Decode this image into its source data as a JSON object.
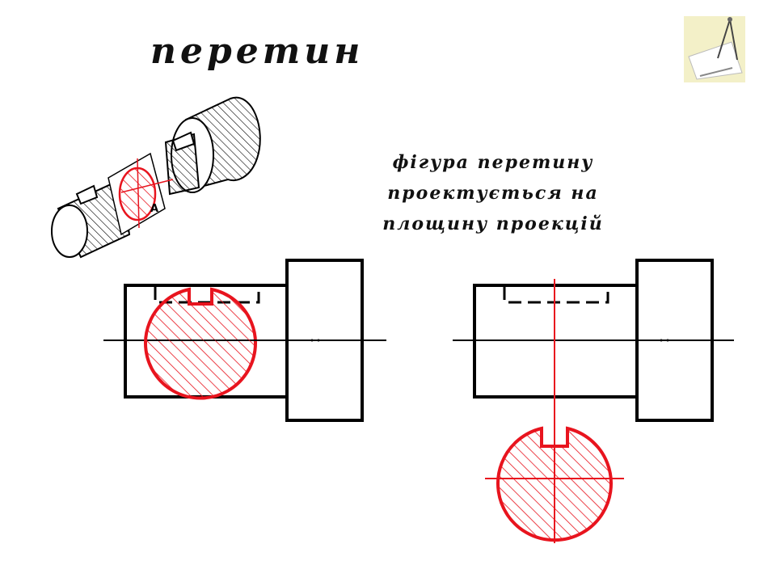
{
  "title": "перетин",
  "caption": {
    "line1": "фігура перетину",
    "line2": "проектується на",
    "line3": "площину проекцій"
  },
  "iso_label": "А",
  "colors": {
    "line": "#000000",
    "section": "#e8141e",
    "hatch": "#e8141e",
    "icon_bg": "#f3f0c8"
  },
  "icons": [
    "drafting-compass-icon"
  ]
}
